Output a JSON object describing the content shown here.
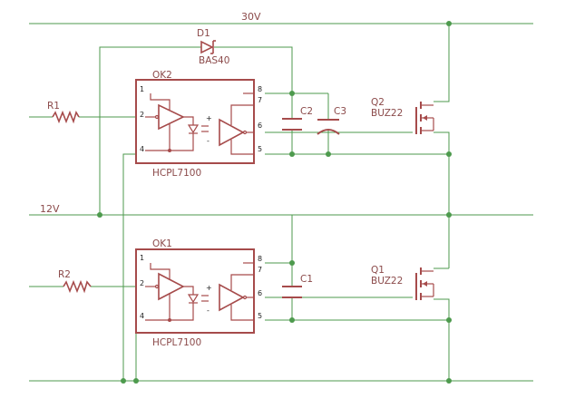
{
  "nets": {
    "top": "30V",
    "mid": "12V"
  },
  "components": {
    "d1": {
      "ref": "D1",
      "value": "BAS40"
    },
    "ok2": {
      "ref": "OK2",
      "value": "HCPL7100"
    },
    "ok1": {
      "ref": "OK1",
      "value": "HCPL7100"
    },
    "r1": {
      "ref": "R1"
    },
    "r2": {
      "ref": "R2"
    },
    "c1": {
      "ref": "C1"
    },
    "c2": {
      "ref": "C2"
    },
    "c3": {
      "ref": "C3"
    },
    "q2": {
      "ref": "Q2",
      "value": "BUZ22"
    },
    "q1": {
      "ref": "Q1",
      "value": "BUZ22"
    }
  },
  "pins": {
    "p1": "1",
    "p2": "2",
    "p4": "4",
    "p5": "5",
    "p6": "6",
    "p7": "7",
    "p8": "8"
  },
  "colors": {
    "wire": "#4d9a4d",
    "part": "#a64b4b",
    "text": "#8b4a4a"
  }
}
